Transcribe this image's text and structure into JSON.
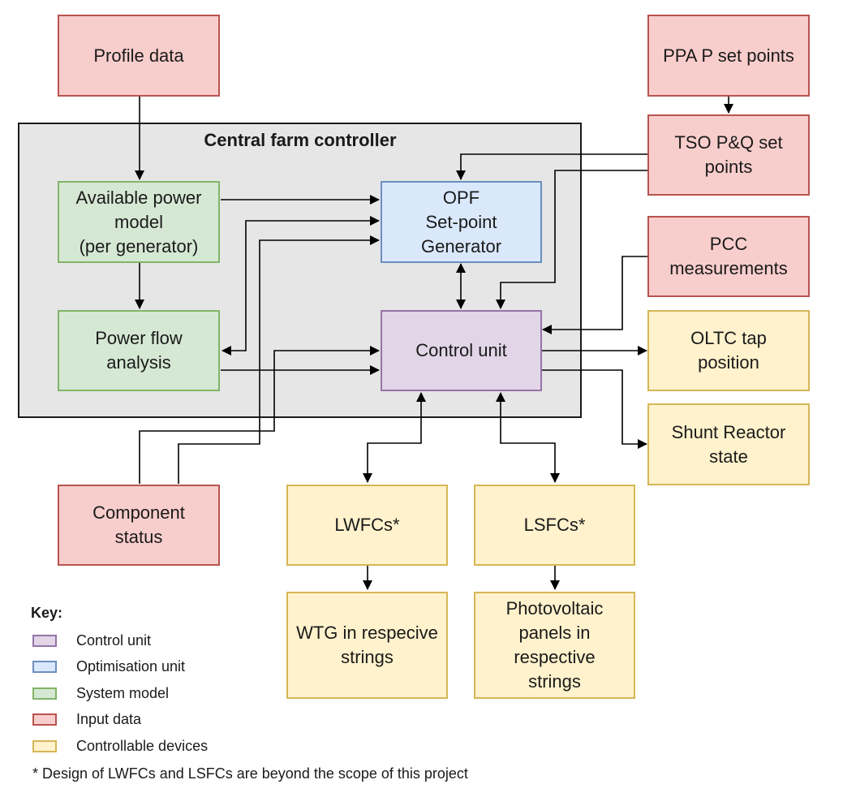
{
  "central_controller": {
    "title": "Central farm controller"
  },
  "blocks": {
    "profile_data": "Profile data",
    "ppa_setpoints": "PPA P set points",
    "tso_setpoints": "TSO P&Q set\npoints",
    "pcc_measurements": "PCC\nmeasurements",
    "oltc_tap": "OLTC tap\nposition",
    "shunt_reactor": "Shunt Reactor\nstate",
    "available_power": "Available power\nmodel\n(per generator)",
    "power_flow": "Power flow\nanalysis",
    "opf_generator": "OPF\nSet-point\nGenerator",
    "control_unit": "Control unit",
    "component_status": "Component\nstatus",
    "lwfcs": "LWFCs*",
    "lsfcs": "LSFCs*",
    "wtg_strings": "WTG in respecive\nstrings",
    "pv_panels": "Photovoltaic\npanels in\nrespective\nstrings"
  },
  "key": {
    "title": "Key:",
    "items": [
      {
        "label": "Control unit",
        "fill": "#e1d5e7",
        "stroke": "#9673a6"
      },
      {
        "label": "Optimisation unit",
        "fill": "#dae8fc",
        "stroke": "#6c8ebf"
      },
      {
        "label": "System model",
        "fill": "#d5e8d4",
        "stroke": "#82b366"
      },
      {
        "label": "Input data",
        "fill": "#f8cecc",
        "stroke": "#b85450"
      },
      {
        "label": "Controllable devices",
        "fill": "#fff2cc",
        "stroke": "#d6b656"
      }
    ]
  },
  "footnote": "* Design of LWFCs and LSFCs are beyond the scope of this project"
}
